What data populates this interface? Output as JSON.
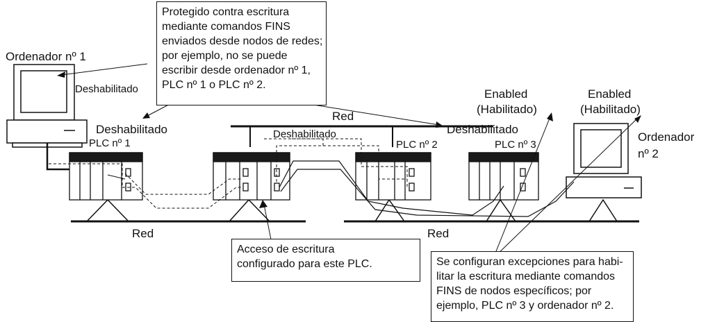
{
  "callouts": {
    "write_protect": [
      "Protegido contra escritura",
      "mediante comandos FINS",
      "enviados desde nodos de redes;",
      "por ejemplo, no se puede",
      "escribir desde ordenador nº 1,",
      "PLC nº 1 o PLC nº 2."
    ],
    "write_access": [
      "Acceso de escritura",
      "configurado para este PLC."
    ],
    "exceptions": [
      "Se configuran excepciones para habi-",
      "litar la escritura mediante comandos",
      "FINS de nodos específicos; por",
      "ejemplo, PLC nº 3 y ordenador nº 2."
    ]
  },
  "labels": {
    "computer1": "Ordenador nº 1",
    "computer2_line1": "Ordenador",
    "computer2_line2": "nº 2",
    "plc1": "PLC nº 1",
    "plc2": "PLC nº 2",
    "plc3": "PLC nº 3",
    "disabled": "Deshabilitado",
    "enabled_line1": "Enabled",
    "enabled_line2": "(Habilitado)",
    "network": "Red"
  },
  "colors": {
    "line": "#111111",
    "rack_header": "#1a1a1a",
    "rack_fill": "#ffffff",
    "background": "#ffffff"
  }
}
